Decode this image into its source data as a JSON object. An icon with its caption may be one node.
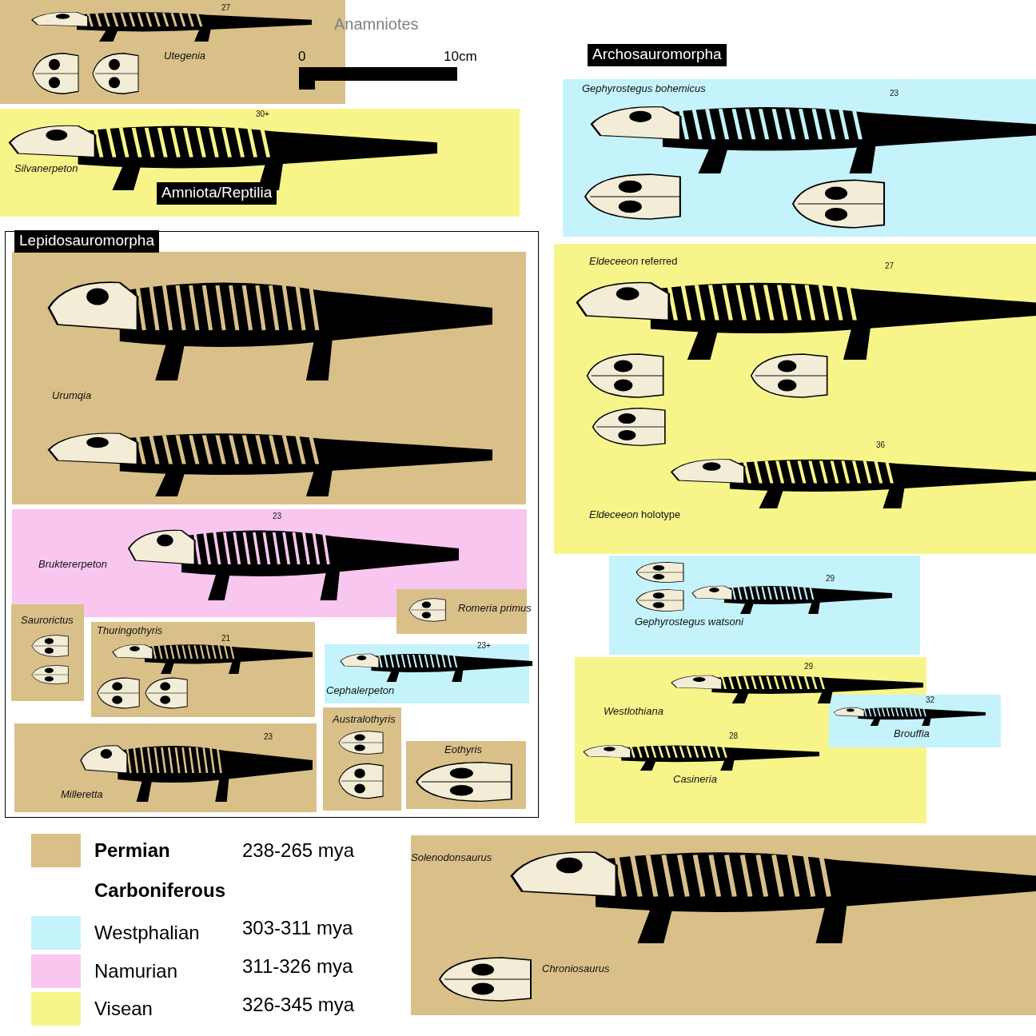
{
  "diagram": {
    "nodes": [
      {
        "text": [
          "Utegenia",
          "27"
        ]
      },
      {
        "text": [
          "Silvanerpeton",
          "30+"
        ]
      },
      {
        "text": [
          "Amniota/Reptilia"
        ],
        "in": 1
      },
      {
        "text": [
          "Archosauromorpha"
        ]
      },
      {
        "text": [
          "Gephyrostegus bohemicus",
          "23"
        ]
      },
      {
        "text": [
          "*Eldeceeon* referred",
          "27",
          "36",
          "*Eldeceeon* holotype"
        ]
      },
      {
        "text": [],
        "shape": "box"
      },
      {
        "text": [
          "Lepidosauromorpha"
        ],
        "in": 6
      },
      {
        "text": [
          "Urumqia"
        ],
        "in": 6
      },
      {
        "text": [
          "23",
          "Bruktererpeton"
        ],
        "in": 6
      },
      {
        "text": [
          "Romeria primus"
        ],
        "in": 6
      },
      {
        "text": [
          "Saurorictus"
        ],
        "in": 6
      },
      {
        "text": [
          "Thuringothyris",
          "21"
        ],
        "in": 6
      },
      {
        "text": [
          "23+",
          "Cephalerpeton"
        ],
        "in": 6
      },
      {
        "text": [
          "23",
          "Milleretta"
        ],
        "in": 6
      },
      {
        "text": [
          "Australothyris"
        ],
        "in": 6
      },
      {
        "text": [
          "Eothyris"
        ],
        "in": 6
      },
      {
        "text": [
          "29",
          "Gephyrostegus watsoni"
        ]
      },
      {
        "text": [
          "29",
          "Westlothiana",
          "28",
          "Casineria"
        ]
      },
      {
        "text": [
          "32",
          "Brouffia"
        ]
      },
      {
        "text": [
          "Solenodonsaurus",
          "Chroniosaurus"
        ]
      },
      {
        "text": [],
        "shape": "bar"
      }
    ],
    "labels": [
      "Anamniotes",
      "0",
      "10cm",
      "238-265 mya",
      "Carboniferous",
      "303-311 mya",
      "311-326 mya",
      "326-345 mya"
    ],
    "legend": [
      {
        "text": "Permian",
        "color": "#d9c089"
      },
      {
        "text": "Westphalian",
        "color": "#c4f3fb"
      },
      {
        "text": "Namurian",
        "color": "#f9c6f0"
      },
      {
        "text": "Visean",
        "color": "#f7f58a"
      }
    ]
  }
}
